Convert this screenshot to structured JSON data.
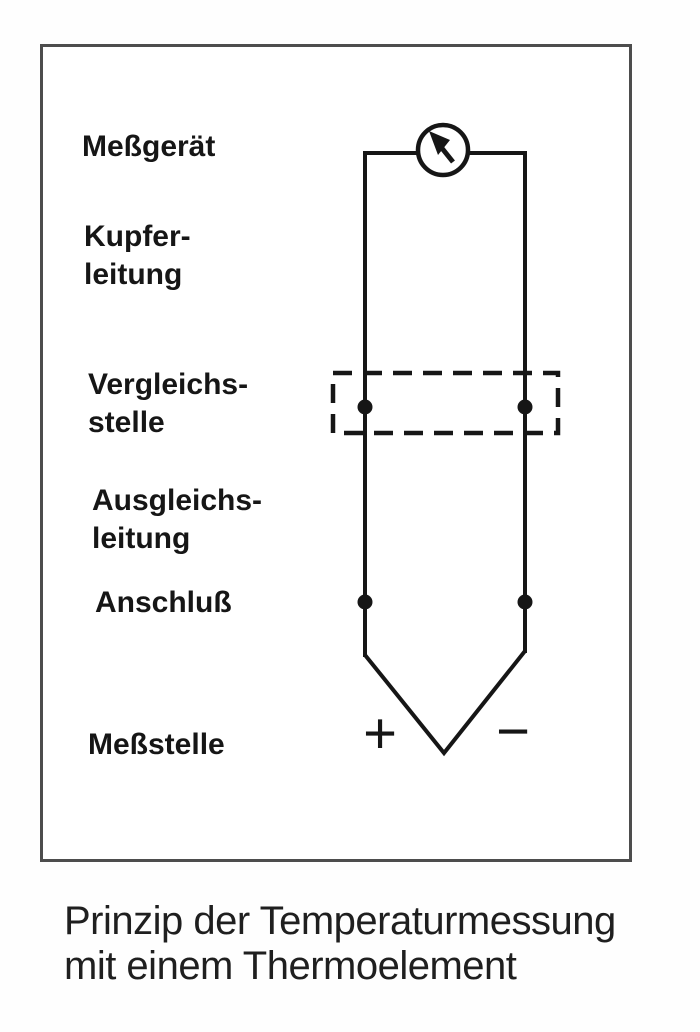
{
  "diagram": {
    "labels": [
      {
        "lines": [
          "Meßgerät"
        ]
      },
      {
        "lines": [
          "Kupfer-",
          "leitung"
        ]
      },
      {
        "lines": [
          "Vergleichs-",
          "stelle"
        ]
      },
      {
        "lines": [
          "Ausgleichs-",
          "leitung"
        ]
      },
      {
        "lines": [
          "Anschluß"
        ]
      },
      {
        "lines": [
          "Meßstelle"
        ]
      }
    ],
    "polarity": {
      "plus": "+",
      "minus": "−"
    }
  },
  "caption": {
    "line1": "Prinzip der Temperaturmessung",
    "line2": "mit einem Thermoelement"
  },
  "colors": {
    "line": "#161616",
    "frame_border": "#4d4d4d",
    "text": "#161616",
    "background": "#ffffff"
  }
}
